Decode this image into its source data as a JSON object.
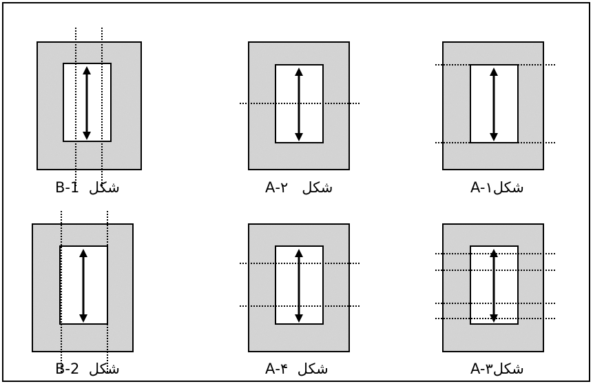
{
  "figures": [
    {
      "id": "1-B",
      "caption": "شکل  1-B",
      "cuts": "vertical",
      "cut_count": 2
    },
    {
      "id": "2-A",
      "caption": "شکل   ۲-A",
      "cuts": "horizontal",
      "cut_count": 1
    },
    {
      "id": "1-A",
      "caption": "شکلA-۱",
      "cuts": "horizontal",
      "cut_count": 2
    },
    {
      "id": "2-B",
      "caption": "شکل  2-B",
      "cuts": "vertical",
      "cut_count": 2
    },
    {
      "id": "4-A",
      "caption": "شکل  ۴-A",
      "cuts": "horizontal",
      "cut_count": 2
    },
    {
      "id": "3-A",
      "caption": "شکلA-۳",
      "cuts": "horizontal",
      "cut_count": 4
    }
  ],
  "colors": {
    "border": "#000000",
    "outer_fill": "#d6d6d6",
    "inner_fill": "#ffffff",
    "dotted_line": "#000000",
    "arrow": "#000000"
  }
}
